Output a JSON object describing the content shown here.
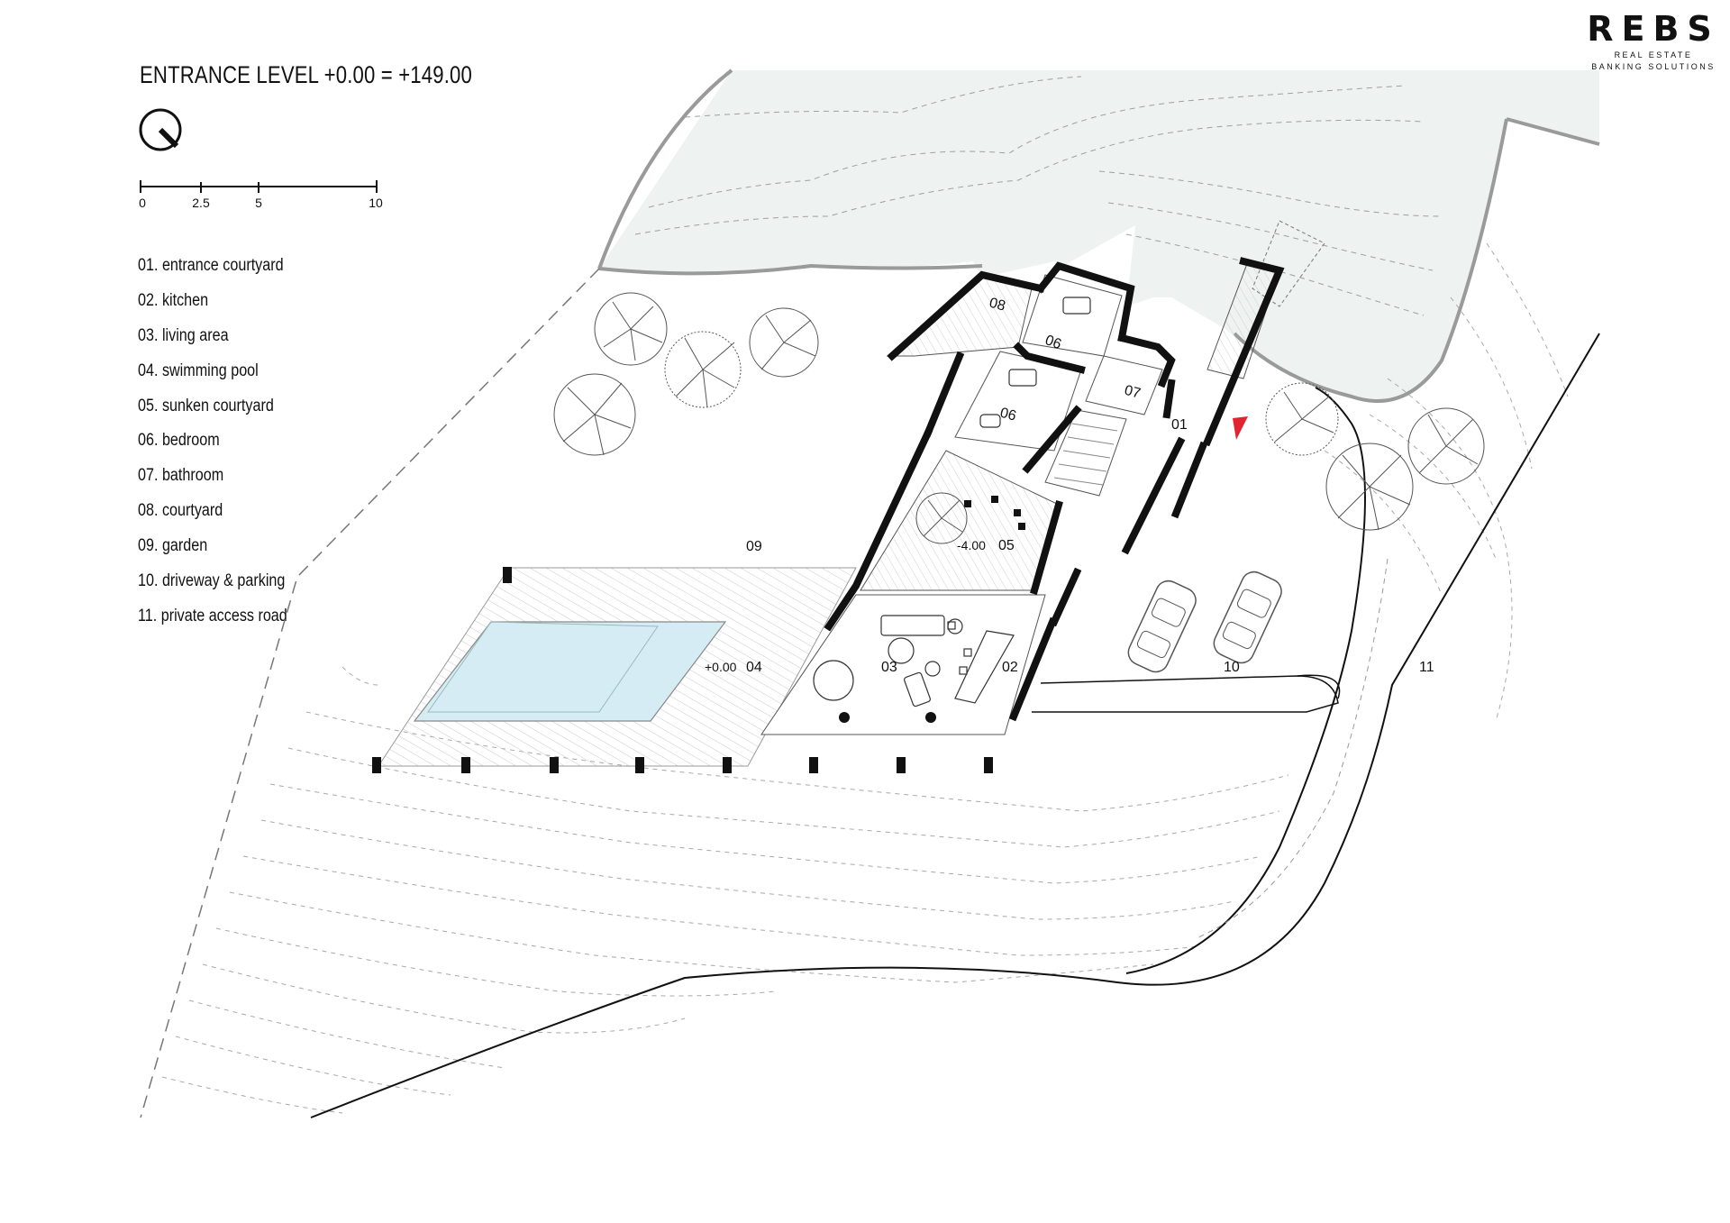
{
  "title": "ENTRANCE LEVEL +0.00 = +149.00",
  "brand": {
    "name": "REBS",
    "tagline_1": "REAL ESTATE",
    "tagline_2": "BANKING SOLUTIONS"
  },
  "scale_bar": {
    "labels": [
      "0",
      "2.5",
      "5",
      "10"
    ]
  },
  "legend": [
    "01. entrance courtyard",
    "02. kitchen",
    "03. living area",
    "04. swimming pool",
    "05. sunken courtyard",
    "06. bedroom",
    "07. bathroom",
    "08. courtyard",
    "09. garden",
    "10. driveway & parking",
    "11. private access road"
  ],
  "plan_labels": {
    "entrance": "01",
    "kitchen": "02",
    "living": "03",
    "pool": "04",
    "sunken": "05",
    "bedroom_a": "06",
    "bedroom_b": "06",
    "bathroom": "07",
    "courtyard": "08",
    "garden": "09",
    "driveway": "10",
    "road": "11",
    "level_pool": "+0.00",
    "level_sunken": "-4.00"
  },
  "colors": {
    "pool_water": "#d6ecf4",
    "hillside": "#eef2f1",
    "walls": "#111111",
    "entrance_marker": "#e3232f"
  },
  "icons": {
    "north": "north-arrow-icon",
    "tree": "tree-icon",
    "car": "car-icon",
    "entrance": "entrance-marker-icon"
  }
}
